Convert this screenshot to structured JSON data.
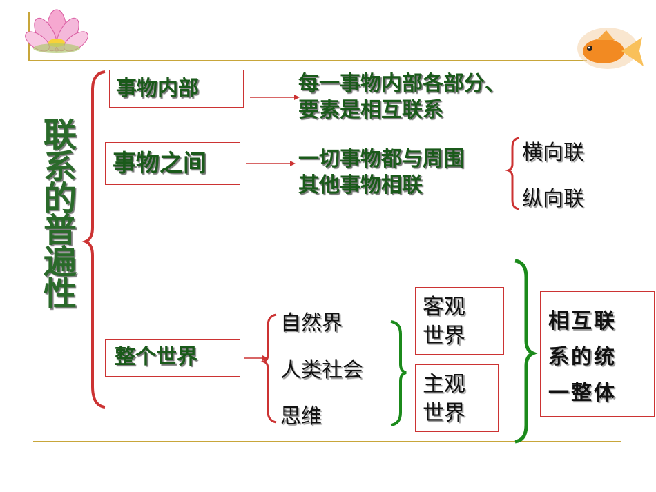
{
  "slide": {
    "title_vertical": "联系的普遍性",
    "colors": {
      "box_border": "#cc3333",
      "green_text": "#1a5a1a",
      "arrow": "#cc3333",
      "bracket_red": "#cc3333",
      "bracket_green": "#1b8a1b",
      "rule": "#c8a63a"
    },
    "branches": [
      {
        "label": "事物内部",
        "desc": "每一事物内部各部分、\n要素是相互联系"
      },
      {
        "label": "事物之间",
        "desc": "一切事物都与周围\n其他事物相联",
        "sub": [
          "横向联",
          "纵向联"
        ]
      },
      {
        "label": "整个世界",
        "parts": [
          "自然界",
          "人类社会",
          "思维"
        ]
      }
    ],
    "worlds": [
      "客观\n世界",
      "主观\n世界"
    ],
    "conclusion": "相互联\n系的统\n一整体",
    "icons": [
      "lotus-icon",
      "goldfish-icon"
    ]
  }
}
